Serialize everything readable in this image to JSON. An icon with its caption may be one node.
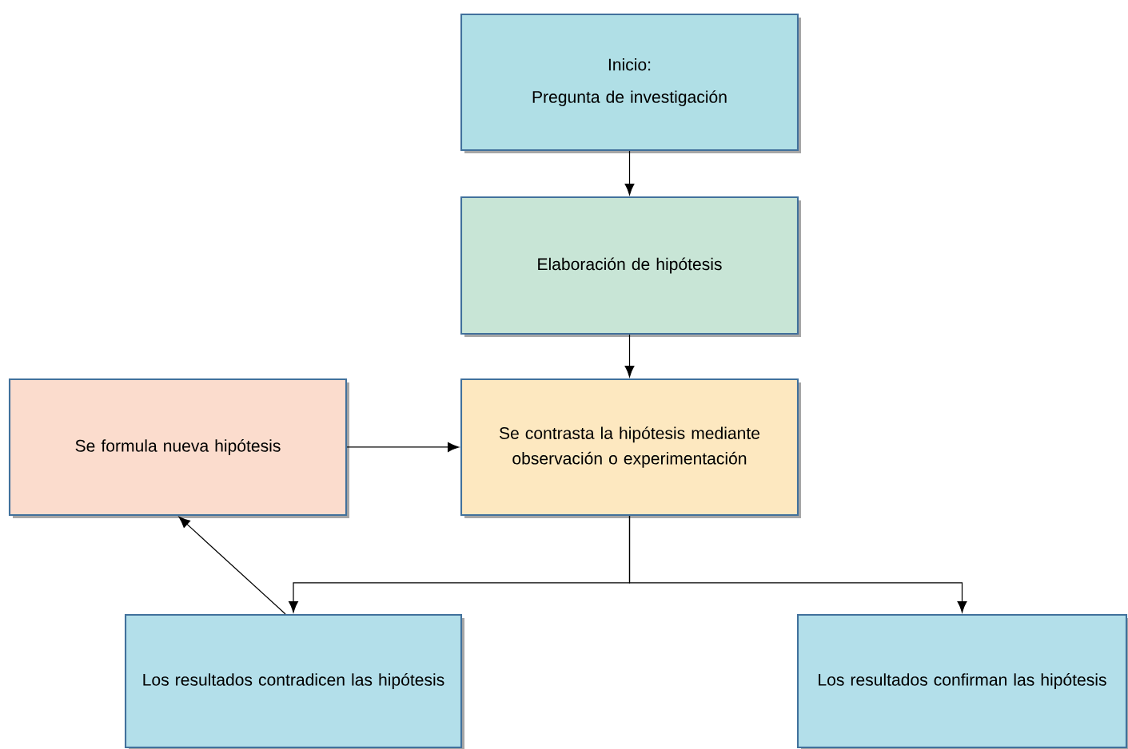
{
  "diagram": {
    "nodes": [
      {
        "text": [
          "Inicio:",
          "Pregunta de investigación"
        ]
      },
      {
        "text": [
          "Elaboración de hipótesis"
        ]
      },
      {
        "text": [
          "Se formula nueva hipótesis"
        ]
      },
      {
        "text": [
          "Se contrasta la hipótesis mediante observación o experimentación"
        ]
      },
      {
        "text": [
          "Los resultados contradicen las hipótesis"
        ]
      },
      {
        "text": [
          "Los resultados confirman las hipótesis"
        ]
      }
    ],
    "edges": [
      {
        "from": 0,
        "to": 1,
        "arrow": "to"
      },
      {
        "from": 1,
        "to": 3,
        "arrow": "to"
      },
      {
        "from": 2,
        "to": 3,
        "arrow": "to"
      },
      {
        "from": 3,
        "to": 4,
        "arrow": "to"
      },
      {
        "from": 3,
        "to": 5,
        "arrow": "to"
      },
      {
        "from": 4,
        "to": 2,
        "arrow": "to"
      }
    ]
  }
}
